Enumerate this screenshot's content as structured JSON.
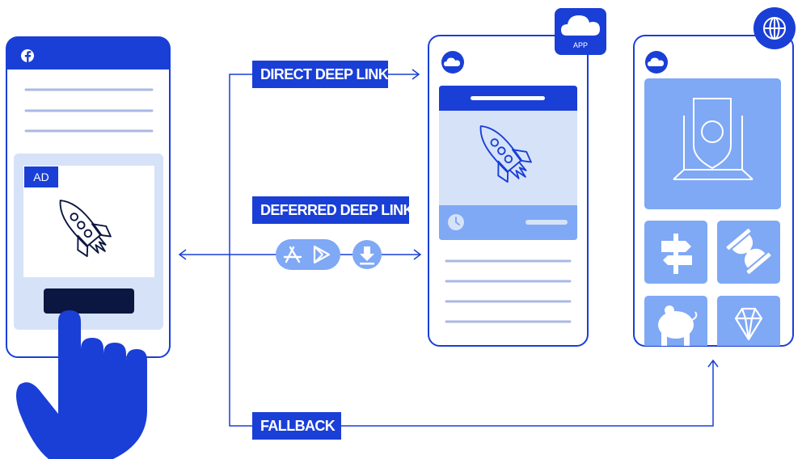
{
  "labels": {
    "direct_deep_link": "DIRECT DEEP LINK",
    "deferred_deep_link": "DEFERRED DEEP LINK",
    "fallback": "FALLBACK",
    "ad_badge": "AD",
    "app_badge": "APP"
  },
  "colors": {
    "primary_blue": "#1a3fd6",
    "light_blue": "#7fa8f5",
    "pale_blue": "#d6e2f8",
    "navy": "#0b1740",
    "line_gray": "#aab8e3"
  },
  "icons": {
    "facebook": "facebook-icon",
    "cloud": "cloud-icon",
    "globe": "globe-icon",
    "rocket": "rocket-icon",
    "clock": "clock-icon",
    "app_store": "app-store-icon",
    "play_store": "play-store-icon",
    "download": "download-icon",
    "shield": "shield-icon",
    "signpost": "signpost-icon",
    "hourglass": "hourglass-icon",
    "piggy_bank": "piggy-bank-icon",
    "diamond": "diamond-icon",
    "hand": "pointing-hand-icon"
  }
}
